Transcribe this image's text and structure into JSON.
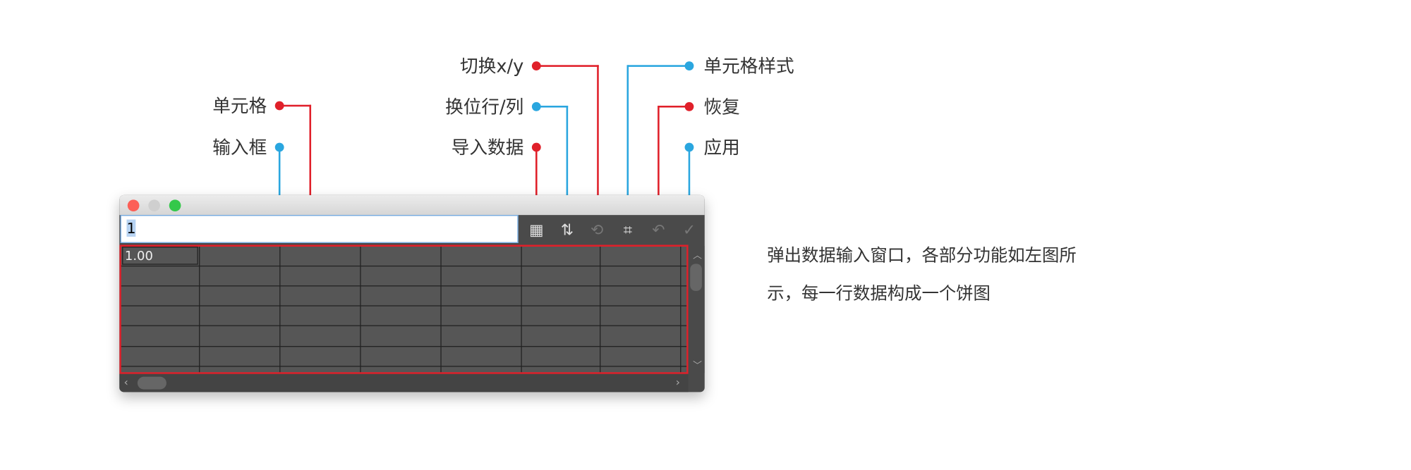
{
  "annotations": {
    "cell": "单元格",
    "input_box": "输入框",
    "switch_xy": "切换x/y",
    "transpose": "换位行/列",
    "import_data": "导入数据",
    "cell_style": "单元格样式",
    "revert": "恢复",
    "apply": "应用"
  },
  "window": {
    "input_value": "1",
    "first_cell_value": "1.00",
    "toolbar_icons": [
      "import-data-icon",
      "transpose-icon",
      "switch-xy-icon",
      "cell-style-icon",
      "revert-icon",
      "apply-icon"
    ]
  },
  "description": {
    "line1": "弹出数据输入窗口，各部分功能如左图所",
    "line2": "示，每一行数据构成一个饼图"
  },
  "colors": {
    "red": "#e0202a",
    "blue": "#2aa6df"
  }
}
